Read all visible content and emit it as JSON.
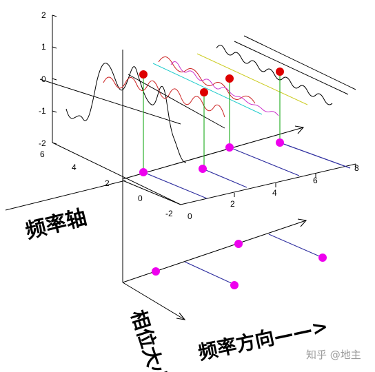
{
  "diagram": {
    "y_ticks": [
      "2",
      "1",
      "0",
      "-1",
      "-2"
    ],
    "depth_ticks": [
      "6",
      "4",
      "2",
      "0",
      "-2"
    ],
    "front_ticks": [
      "0",
      "2",
      "4",
      "6",
      "8"
    ],
    "labels": {
      "frequency_axis": "频率轴",
      "phase_magnitude": "相位大小",
      "frequency_direction": "频率方向——>"
    },
    "watermark": "知乎 @地主",
    "colors": {
      "amplitude_point": "#dd0000",
      "phase_point": "#ee00ee",
      "stem": "#00a000",
      "phase_line": "#3030a0",
      "wave_red": "#cc2222",
      "wave_magenta": "#cc33cc",
      "wave_cyan": "#22cccc",
      "wave_yellow": "#cccc22"
    }
  }
}
